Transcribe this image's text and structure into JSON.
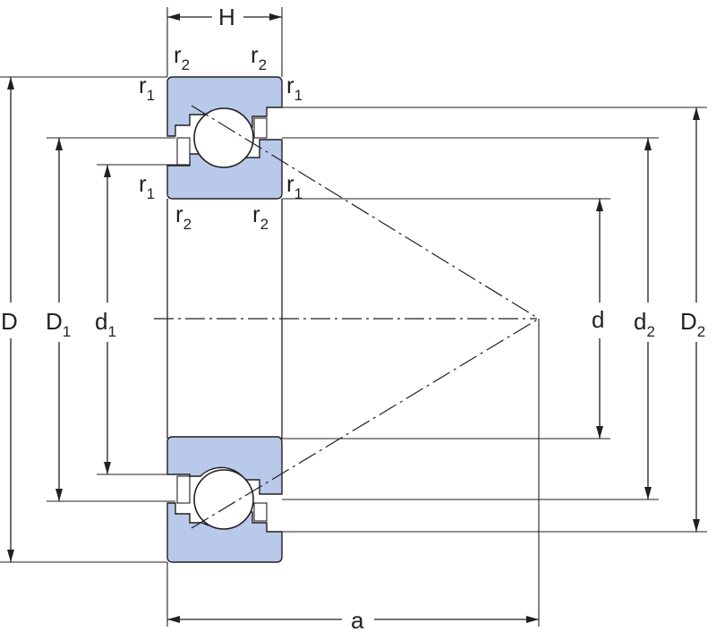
{
  "colors": {
    "ring_fill": "#b8c9ea",
    "line": "#231f20",
    "background": "#ffffff"
  },
  "labels": {
    "H": "H",
    "a": "a",
    "D": "D",
    "D1": {
      "main": "D",
      "sub": "1"
    },
    "d1": {
      "main": "d",
      "sub": "1"
    },
    "d": "d",
    "d2": {
      "main": "d",
      "sub": "2"
    },
    "D2": {
      "main": "D",
      "sub": "2"
    },
    "r1": {
      "main": "r",
      "sub": "1"
    },
    "r2": {
      "main": "r",
      "sub": "2"
    }
  }
}
